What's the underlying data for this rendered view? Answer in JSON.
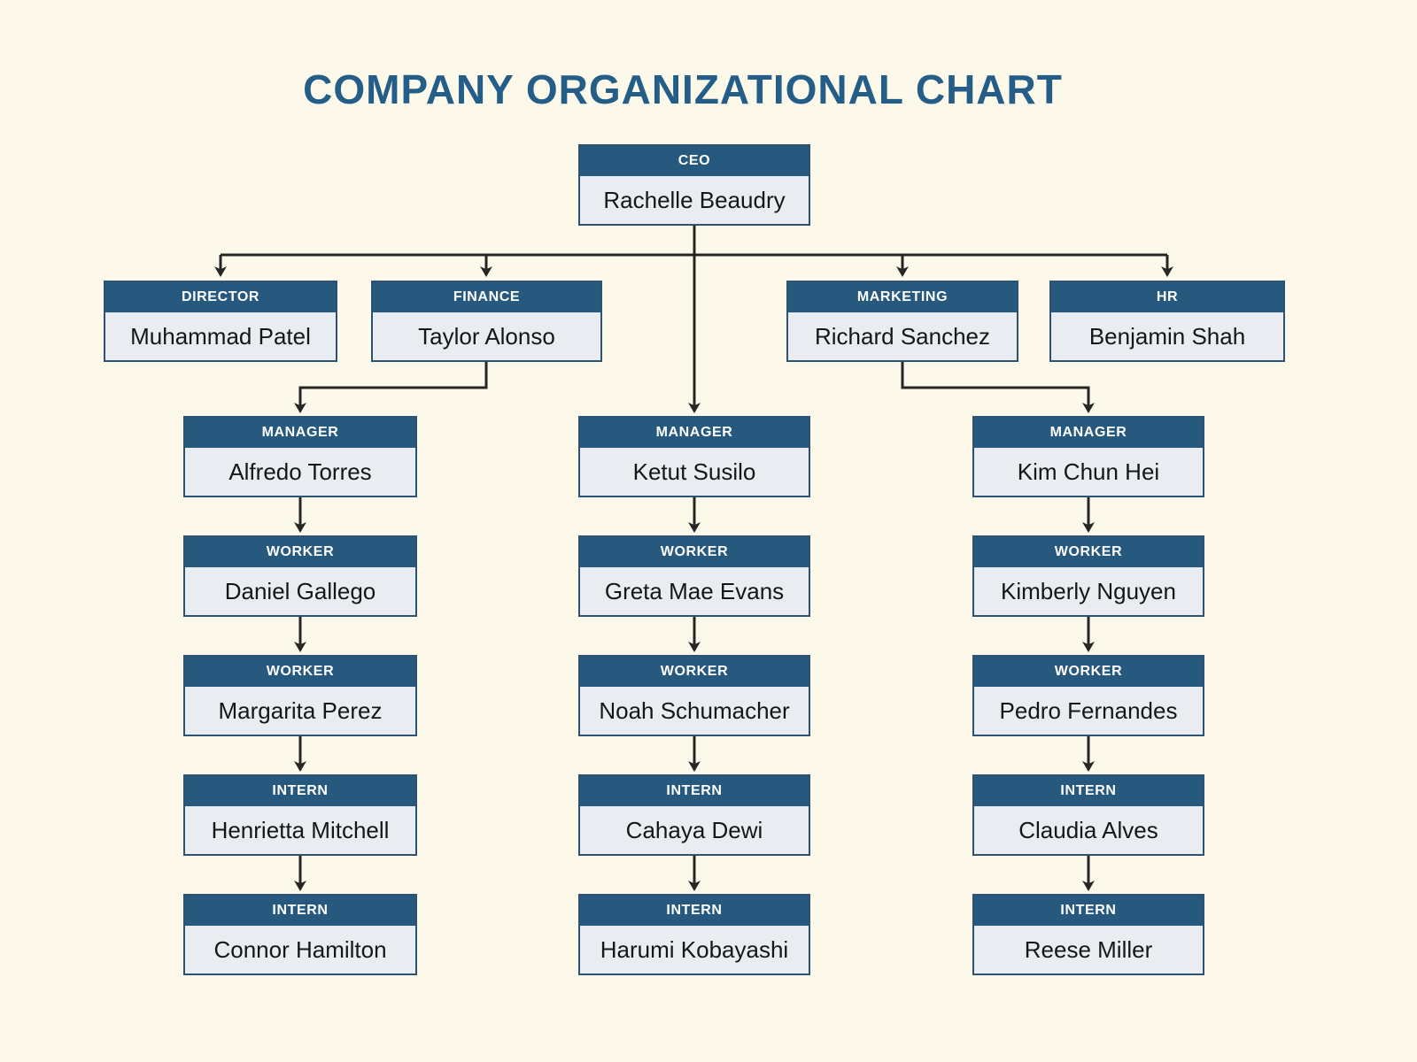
{
  "title": "COMPANY ORGANIZATIONAL CHART",
  "colors": {
    "background": "#fdf9ea",
    "title_blue": "#235d88",
    "header_blue": "#27597f",
    "body_gray": "#e9edf1",
    "border": "#2d5272",
    "line": "#262626"
  },
  "org": {
    "ceo": {
      "role": "CEO",
      "name": "Rachelle Beaudry"
    },
    "row2": [
      {
        "role": "DIRECTOR",
        "name": "Muhammad Patel"
      },
      {
        "role": "FINANCE",
        "name": "Taylor Alonso"
      },
      {
        "role": "MARKETING",
        "name": "Richard Sanchez"
      },
      {
        "role": "HR",
        "name": "Benjamin Shah"
      }
    ],
    "columns": [
      {
        "parent": "FINANCE",
        "nodes": [
          {
            "role": "MANAGER",
            "name": "Alfredo Torres"
          },
          {
            "role": "WORKER",
            "name": "Daniel Gallego"
          },
          {
            "role": "WORKER",
            "name": "Margarita Perez"
          },
          {
            "role": "INTERN",
            "name": "Henrietta Mitchell"
          },
          {
            "role": "INTERN",
            "name": "Connor Hamilton"
          }
        ]
      },
      {
        "parent": "CEO",
        "nodes": [
          {
            "role": "MANAGER",
            "name": "Ketut Susilo"
          },
          {
            "role": "WORKER",
            "name": "Greta Mae Evans"
          },
          {
            "role": "WORKER",
            "name": "Noah Schumacher"
          },
          {
            "role": "INTERN",
            "name": "Cahaya Dewi"
          },
          {
            "role": "INTERN",
            "name": "Harumi Kobayashi"
          }
        ]
      },
      {
        "parent": "MARKETING",
        "nodes": [
          {
            "role": "MANAGER",
            "name": "Kim Chun Hei"
          },
          {
            "role": "WORKER",
            "name": "Kimberly Nguyen"
          },
          {
            "role": "WORKER",
            "name": "Pedro Fernandes"
          },
          {
            "role": "INTERN",
            "name": "Claudia Alves"
          },
          {
            "role": "INTERN",
            "name": "Reese Miller"
          }
        ]
      }
    ]
  }
}
